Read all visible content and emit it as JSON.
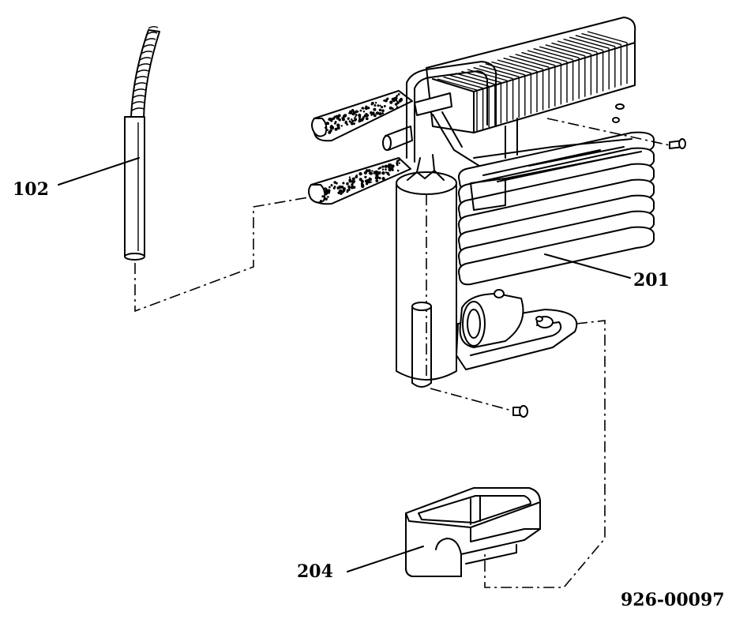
{
  "callouts": [
    {
      "id": "102",
      "label": "102"
    },
    {
      "id": "201",
      "label": "201"
    },
    {
      "id": "204",
      "label": "204"
    }
  ],
  "drawing_number": "926-00097",
  "colors": {
    "ink": "#000000",
    "paper": "#ffffff"
  }
}
